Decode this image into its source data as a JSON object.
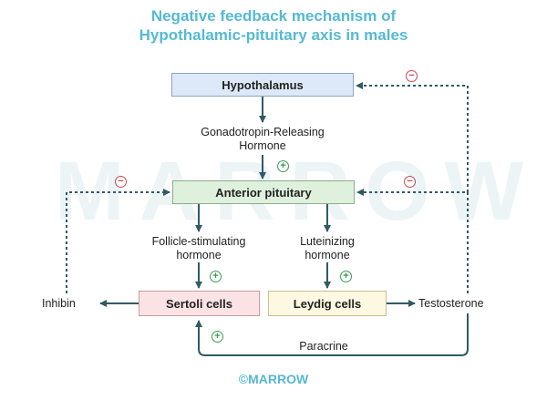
{
  "title": {
    "line1": "Negative feedback mechanism of",
    "line2": "Hypothalamic-pituitary axis in males"
  },
  "watermark": "MARROW",
  "boxes": {
    "hypothalamus": "Hypothalamus",
    "anterior_pituitary": "Anterior pituitary",
    "sertoli": "Sertoli cells",
    "leydig": "Leydig cells"
  },
  "labels": {
    "gnrh_line1": "Gonadotropin-Releasing",
    "gnrh_line2": "Hormone",
    "fsh_line1": "Follicle-stimulating",
    "fsh_line2": "hormone",
    "lh_line1": "Luteinizing",
    "lh_line2": "hormone",
    "inhibin": "Inhibin",
    "testosterone": "Testosterone",
    "paracrine": "Paracrine"
  },
  "signs": {
    "plus": "+",
    "minus": "−"
  },
  "footer": "©MARROW",
  "colors": {
    "title": "#55b9d3",
    "hypothalamus_fill": "#dde9f8",
    "pituitary_fill": "#dff0dd",
    "sertoli_fill": "#fbe3e5",
    "leydig_fill": "#fdf8e1",
    "arrow": "#2f5a66",
    "stimulation": "#3c9a56",
    "inhibition": "#c94b54"
  }
}
